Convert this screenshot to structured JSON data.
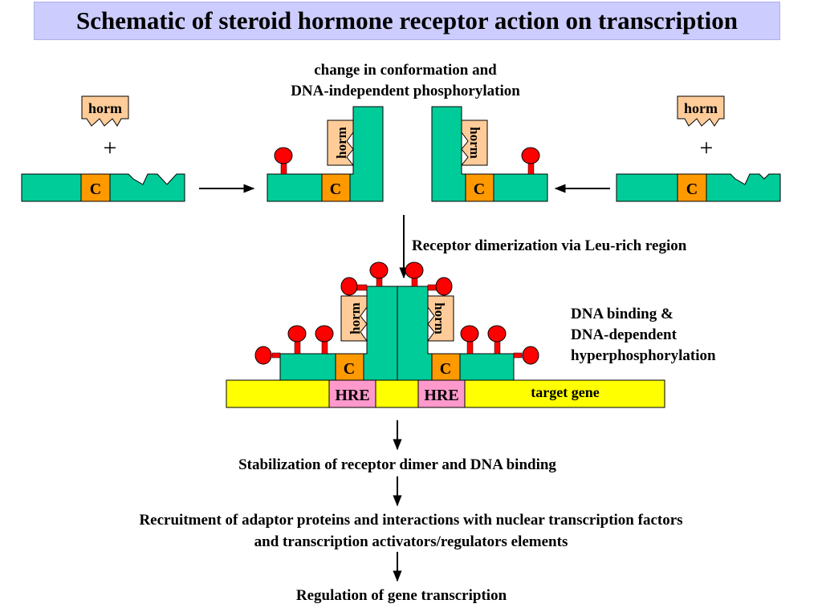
{
  "title": "Schematic of steroid hormone receptor action on transcription",
  "labels": {
    "conformation_line1": "change in conformation and",
    "conformation_line2": "DNA-independent phosphorylation",
    "dimerization": "Receptor dimerization via Leu-rich region",
    "dna_binding_line1": "DNA binding &",
    "dna_binding_line2": "DNA-dependent",
    "dna_binding_line3": "hyperphosphorylation",
    "stabilization": "Stabilization of receptor dimer and DNA binding",
    "recruitment_line1": "Recruitment of adaptor proteins and interactions with nuclear transcription factors",
    "recruitment_line2": "and transcription activators/regulators elements",
    "regulation": "Regulation of gene transcription",
    "hormone": "horm",
    "plus": "+",
    "c_domain": "C",
    "hre": "HRE",
    "target_gene": "target gene"
  },
  "colors": {
    "title_background": "#ccccff",
    "receptor": "#00cc99",
    "c_domain": "#ff9900",
    "hormone": "#ffcc99",
    "phosphate": "#ff0000",
    "dna": "#ffff00",
    "hre": "#ff99cc"
  }
}
